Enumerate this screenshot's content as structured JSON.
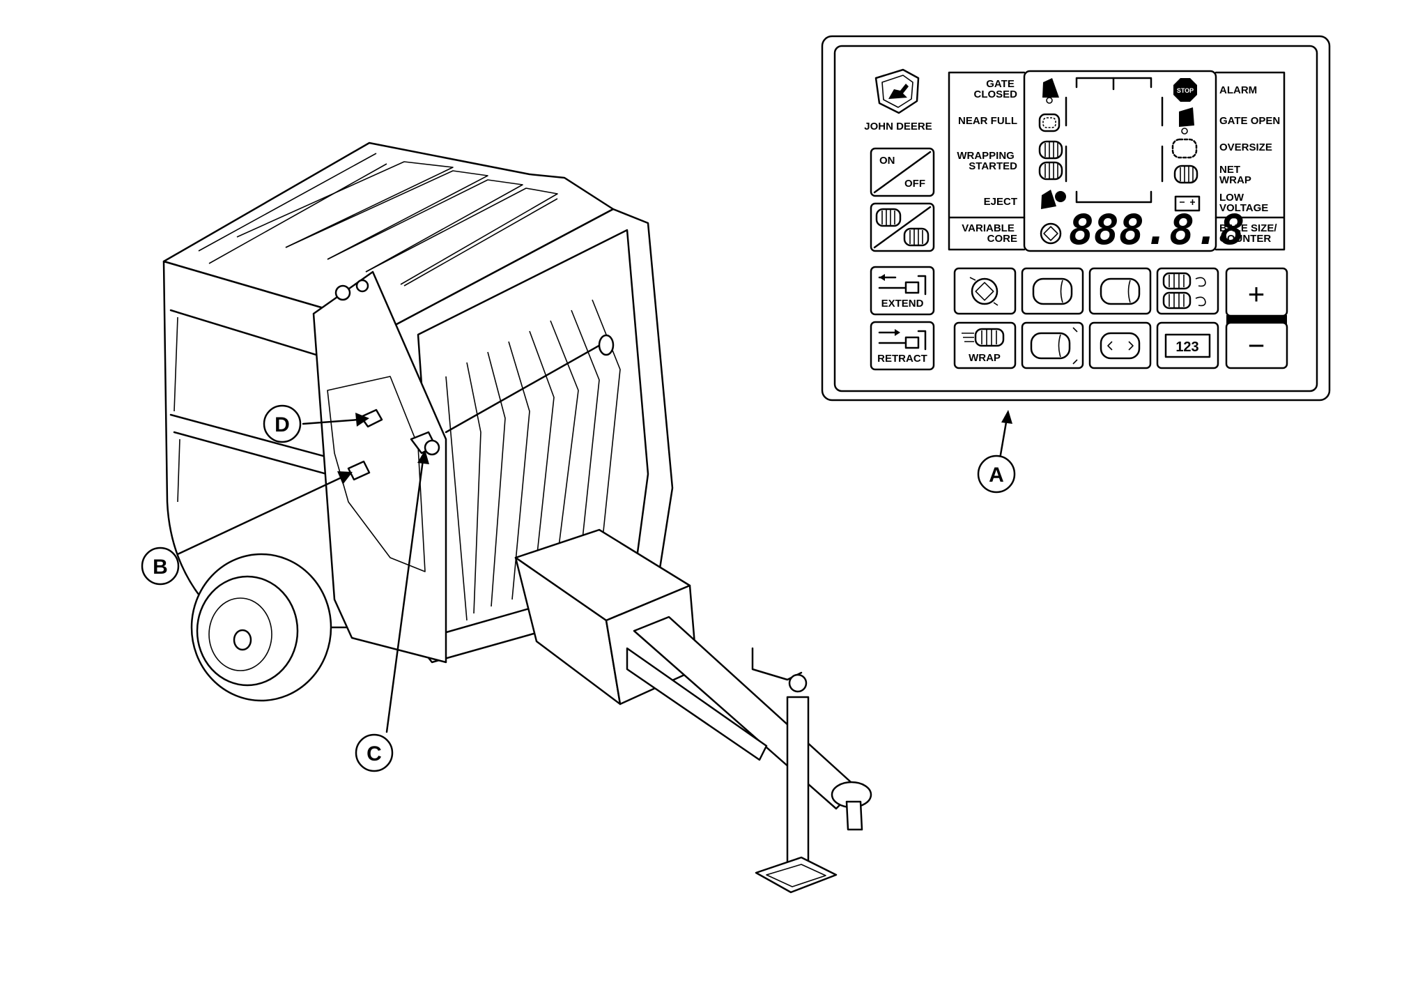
{
  "callouts": {
    "a": "A",
    "b": "B",
    "c": "C",
    "d": "D"
  },
  "brand": "JOHN DEERE",
  "left_labels": {
    "gate_closed": [
      "GATE",
      "CLOSED"
    ],
    "near_full": "NEAR FULL",
    "wrapping_started": [
      "WRAPPING",
      "STARTED"
    ],
    "eject": "EJECT",
    "variable_core": [
      "VARIABLE",
      "CORE"
    ]
  },
  "right_labels": {
    "alarm": "ALARM",
    "gate_open": "GATE OPEN",
    "oversize": "OVERSIZE",
    "net_wrap": [
      "NET",
      "WRAP"
    ],
    "low_voltage": [
      "LOW",
      "VOLTAGE"
    ],
    "bale_size_counter": [
      "BALE SIZE/",
      "COUNTER"
    ]
  },
  "display_readout": "888.8.8",
  "stop_sign": "STOP",
  "buttons": {
    "on": "ON",
    "off": "OFF",
    "extend": "EXTEND",
    "retract": "RETRACT",
    "wrap": "WRAP",
    "plus": "+",
    "minus": "−",
    "counter": "123"
  },
  "icons": [
    "john-deere-deer-logo",
    "gate-closed-icon",
    "near-full-icon",
    "wrapping-icon",
    "eject-icon",
    "variable-core-icon",
    "stop-sign-icon",
    "gate-open-icon",
    "oversize-icon",
    "net-wrap-icon",
    "battery-icon",
    "twine-wrap-icon",
    "net-wrap-toggle-icon",
    "extend-cylinder-icon",
    "retract-cylinder-icon",
    "core-adjust-icon",
    "bale-diameter-icon",
    "bale-density-icon",
    "counter-icon",
    "plus-icon",
    "minus-icon"
  ]
}
